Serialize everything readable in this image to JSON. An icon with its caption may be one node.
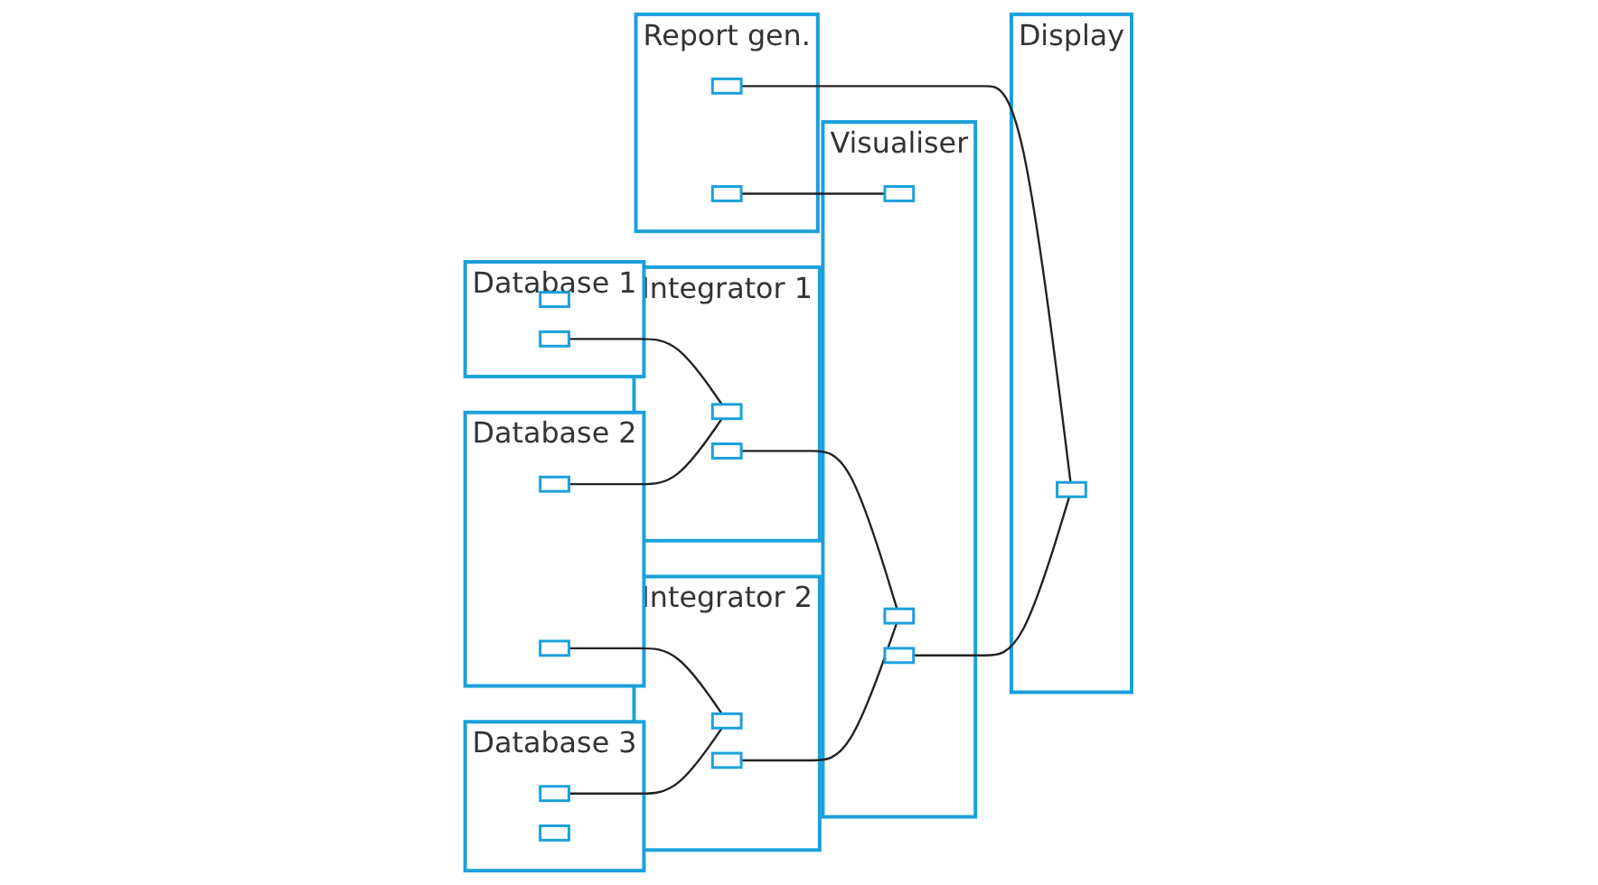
{
  "diagram": {
    "nodes": [
      {
        "text": [
          "Database 1"
        ]
      },
      {
        "text": [],
        "shape": "box",
        "in": 0
      },
      {
        "text": [],
        "shape": "box",
        "in": 0
      },
      {
        "text": [
          "Database 2"
        ]
      },
      {
        "text": [],
        "shape": "box",
        "in": 3
      },
      {
        "text": [],
        "shape": "box",
        "in": 3
      },
      {
        "text": [
          "Database 3"
        ]
      },
      {
        "text": [],
        "shape": "box",
        "in": 6
      },
      {
        "text": [],
        "shape": "box",
        "in": 6
      },
      {
        "text": [
          "Integrator 1"
        ]
      },
      {
        "text": [],
        "shape": "box",
        "in": 9
      },
      {
        "text": [],
        "shape": "box",
        "in": 9
      },
      {
        "text": [
          "Integrator 2"
        ]
      },
      {
        "text": [],
        "shape": "box",
        "in": 12
      },
      {
        "text": [],
        "shape": "box",
        "in": 12
      },
      {
        "text": [
          "Report gen."
        ]
      },
      {
        "text": [],
        "shape": "box",
        "in": 15
      },
      {
        "text": [],
        "shape": "box",
        "in": 15
      },
      {
        "text": [
          "Visualiser"
        ]
      },
      {
        "text": [],
        "shape": "box",
        "in": 18
      },
      {
        "text": [],
        "shape": "box",
        "in": 18
      },
      {
        "text": [],
        "shape": "box",
        "in": 18
      },
      {
        "text": [
          "Display"
        ]
      },
      {
        "text": [],
        "shape": "box",
        "in": 22
      }
    ],
    "edges": [
      {
        "from": 2,
        "to": 10,
        "arrow": "none"
      },
      {
        "from": 4,
        "to": 10,
        "arrow": "none"
      },
      {
        "from": 5,
        "to": 13,
        "arrow": "none"
      },
      {
        "from": 7,
        "to": 13,
        "arrow": "none"
      },
      {
        "from": 11,
        "to": 20,
        "arrow": "none"
      },
      {
        "from": 14,
        "to": 20,
        "arrow": "none"
      },
      {
        "from": 16,
        "to": 23,
        "arrow": "none"
      },
      {
        "from": 17,
        "to": 19,
        "arrow": "none"
      },
      {
        "from": 21,
        "to": 23,
        "arrow": "none"
      }
    ]
  }
}
